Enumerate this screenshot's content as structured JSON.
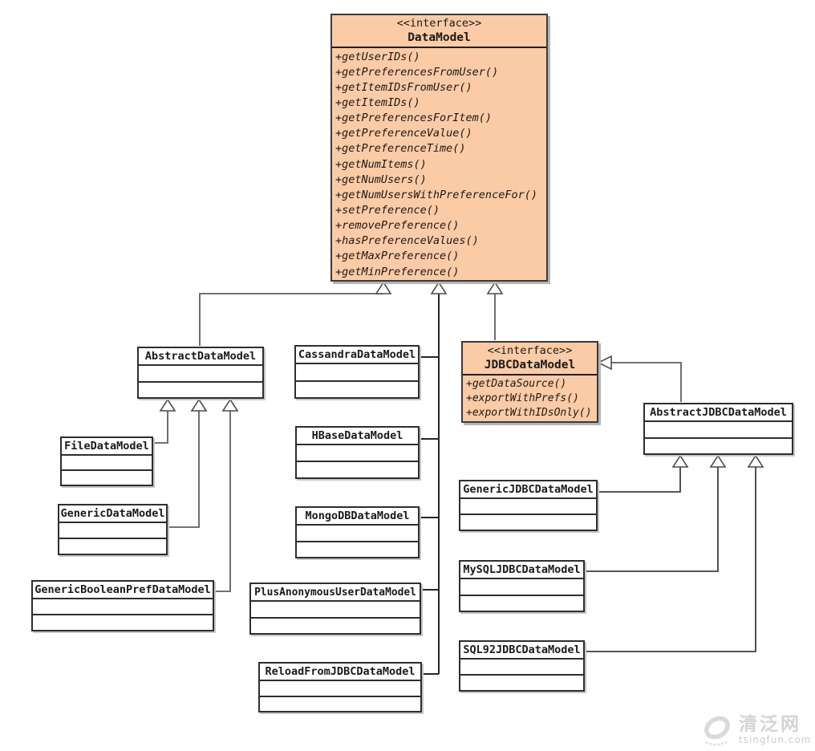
{
  "diagram": {
    "interfaces": {
      "data_model": {
        "stereotype": "<<interface>>",
        "name": "DataModel",
        "methods": [
          "+getUserIDs()",
          "+getPreferencesFromUser()",
          "+getItemIDsFromUser()",
          "+getItemIDs()",
          "+getPreferencesForItem()",
          "+getPreferenceValue()",
          "+getPreferenceTime()",
          "+getNumItems()",
          "+getNumUsers()",
          "+getNumUsersWithPreferenceFor()",
          "+setPreference()",
          "+removePreference()",
          "+hasPreferenceValues()",
          "+getMaxPreference()",
          "+getMinPreference()"
        ]
      },
      "jdbc_data_model": {
        "stereotype": "<<interface>>",
        "name": "JDBCDataModel",
        "methods": [
          "+getDataSource()",
          "+exportWithPrefs()",
          "+exportWithIDsOnly()"
        ]
      }
    },
    "classes": {
      "abstract_data_model": "AbstractDataModel",
      "file_data_model": "FileDataModel",
      "generic_data_model": "GenericDataModel",
      "generic_boolean_pref_data_model": "GenericBooleanPrefDataModel",
      "cassandra_data_model": "CassandraDataModel",
      "hbase_data_model": "HBaseDataModel",
      "mongodb_data_model": "MongoDBDataModel",
      "plus_anonymous_user_data_model": "PlusAnonymousUserDataModel",
      "reload_from_jdbc_data_model": "ReloadFromJDBCDataModel",
      "abstract_jdbc_data_model": "AbstractJDBCDataModel",
      "generic_jdbc_data_model": "GenericJDBCDataModel",
      "mysql_jdbc_data_model": "MySQLJDBCDataModel",
      "sql92_jdbc_data_model": "SQL92JDBCDataModel"
    },
    "relationships": [
      {
        "from": "AbstractDataModel",
        "to": "DataModel",
        "type": "generalization"
      },
      {
        "from": "CassandraDataModel",
        "to": "DataModel",
        "type": "generalization"
      },
      {
        "from": "HBaseDataModel",
        "to": "DataModel",
        "type": "generalization"
      },
      {
        "from": "MongoDBDataModel",
        "to": "DataModel",
        "type": "generalization"
      },
      {
        "from": "PlusAnonymousUserDataModel",
        "to": "DataModel",
        "type": "generalization"
      },
      {
        "from": "ReloadFromJDBCDataModel",
        "to": "DataModel",
        "type": "generalization"
      },
      {
        "from": "JDBCDataModel",
        "to": "DataModel",
        "type": "generalization"
      },
      {
        "from": "FileDataModel",
        "to": "AbstractDataModel",
        "type": "generalization"
      },
      {
        "from": "GenericDataModel",
        "to": "AbstractDataModel",
        "type": "generalization"
      },
      {
        "from": "GenericBooleanPrefDataModel",
        "to": "AbstractDataModel",
        "type": "generalization"
      },
      {
        "from": "AbstractJDBCDataModel",
        "to": "JDBCDataModel",
        "type": "generalization"
      },
      {
        "from": "GenericJDBCDataModel",
        "to": "AbstractJDBCDataModel",
        "type": "generalization"
      },
      {
        "from": "MySQLJDBCDataModel",
        "to": "AbstractJDBCDataModel",
        "type": "generalization"
      },
      {
        "from": "SQL92JDBCDataModel",
        "to": "AbstractJDBCDataModel",
        "type": "generalization"
      }
    ],
    "colors": {
      "interface_fill": "#facba5",
      "class_fill": "#ffffff",
      "border": "#2e2e2e",
      "connector": "#5f5f5f"
    }
  },
  "watermark": {
    "text": "清泛网",
    "subtext": "tsingfun.com"
  }
}
